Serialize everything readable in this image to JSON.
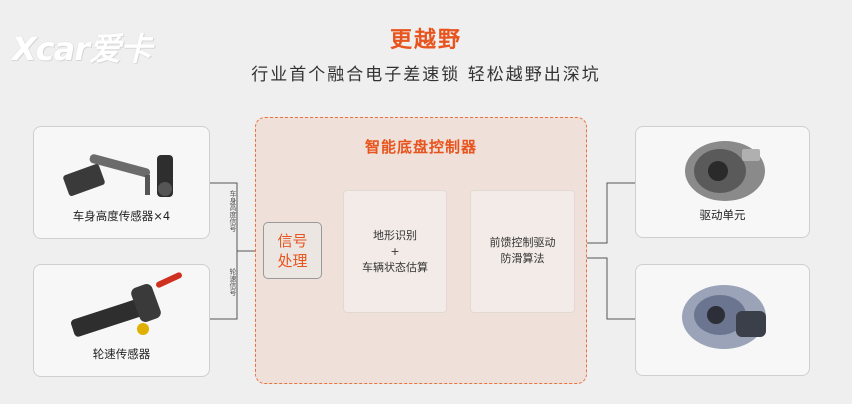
{
  "logo": {
    "text": "Xcar爱卡"
  },
  "header": {
    "title": "更越野",
    "subtitle": "行业首个融合电子差速锁 轻松越野出深坑"
  },
  "sensors": {
    "height": {
      "label": "车身高度传感器×4",
      "signal": "车身高度信号"
    },
    "wheel": {
      "label": "轮速传感器",
      "signal": "轮速信号"
    }
  },
  "controller": {
    "title": "智能底盘控制器",
    "signal_processing": "信号处理",
    "step1_line1": "地形识别",
    "step1_plus": "+",
    "step1_line2": "车辆状态估算",
    "step2_line1": "前馈控制驱动",
    "step2_line2": "防滑算法"
  },
  "outputs": {
    "drive": {
      "label": "驱动单元"
    },
    "brake": {
      "label": ""
    }
  },
  "colors": {
    "accent": "#e8541e",
    "background": "#efefef"
  }
}
